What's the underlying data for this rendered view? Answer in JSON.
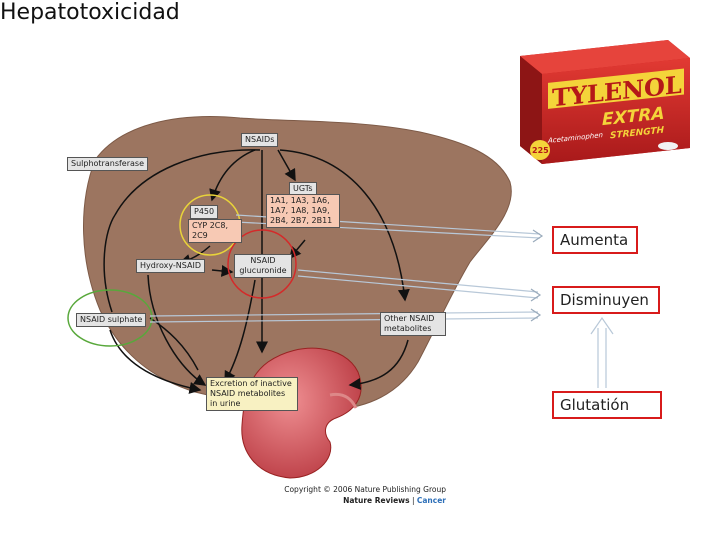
{
  "title": "Hepatotoxicidad",
  "diagram": {
    "nsaids": "NSAIDs",
    "sulphotransferase": "Sulphotransferase",
    "ugts": "UGTs",
    "ugt_isoforms": "1A1, 1A3, 1A6, 1A7, 1A8, 1A9, 2B4, 2B7, 2B11",
    "p450": "P450",
    "cyp": "CYP 2C8, 2C9",
    "hydroxy_nsaid": "Hydroxy-NSAID",
    "nsaid_glucuronide": "NSAID glucuronide",
    "nsaid_sulphate": "NSAID sulphate",
    "other_metabolites": "Other NSAID metabolites",
    "excretion": "Excretion of inactive NSAID metabolites in urine"
  },
  "callouts": {
    "aumenta": "Aumenta",
    "disminuyen": "Disminuyen",
    "glutation": "Glutatión"
  },
  "product": {
    "brand": "TYLENOL",
    "line": "EXTRA",
    "strength": "STRENGTH",
    "ingredient": "Acetaminophen",
    "count": "225"
  },
  "copyright": {
    "line1": "Copyright © 2006 Nature Publishing Group",
    "journal": "Nature Reviews",
    "separator": " | ",
    "section": "Cancer"
  },
  "colors": {
    "liver": "#9c7560",
    "kidney": "#c8454f",
    "callout_border": "#d81b1b",
    "yellow_circle": "#e8d33a",
    "red_circle": "#d42a2a",
    "green_circle": "#58a83b"
  }
}
